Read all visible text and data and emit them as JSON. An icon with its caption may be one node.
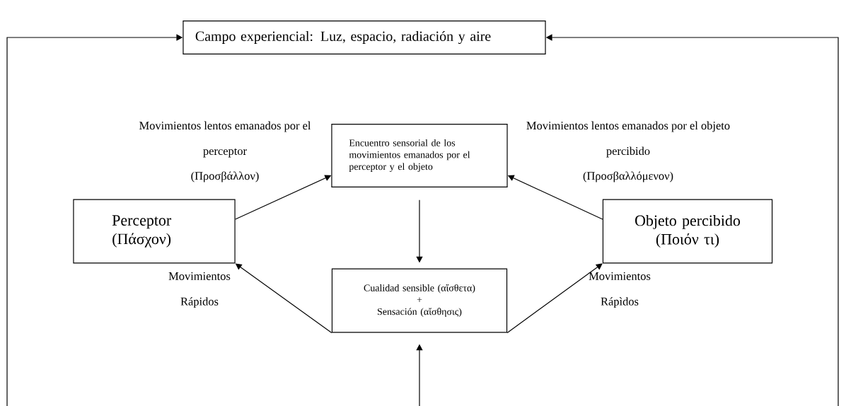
{
  "diagram": {
    "nodes": [
      {
        "text": [
          "Campo experiencial: Luz, espacio, radiación y aire"
        ]
      },
      {
        "text": [
          "Encuentro sensorial de los movimientos emanados por el perceptor y el objeto"
        ]
      },
      {
        "text": [
          "Perceptor (Πάσχον)"
        ]
      },
      {
        "text": [
          "Objeto percibido (Ποιόν τι)"
        ]
      },
      {
        "text": [
          "Cualidad sensible (αἴσθετα)",
          "+",
          "Sensación  (αἴσθησις)"
        ]
      }
    ],
    "edges": [
      {
        "from": 2,
        "to": 1,
        "arrow": "to",
        "label": "Movimientos lentos emanados por el perceptor"
      },
      {
        "from": 3,
        "to": 1,
        "arrow": "to",
        "label": "Movimientos lentos emanados por el objeto percibido"
      },
      {
        "from": 1,
        "to": 4,
        "arrow": "to"
      },
      {
        "from": 4,
        "to": 2,
        "arrow": "to",
        "label": "Movimientos Rápidos"
      },
      {
        "from": 4,
        "to": 3,
        "arrow": "to",
        "label": "Movimientos Rápìdos"
      },
      {
        "from": null,
        "to": 4,
        "arrow": "to"
      },
      {
        "from": null,
        "to": 0,
        "arrow": "to"
      },
      {
        "from": null,
        "to": 0,
        "arrow": "to"
      }
    ],
    "labels": [
      "(Προσβάλλον)",
      "(Προσβαλλόμενον)"
    ]
  }
}
